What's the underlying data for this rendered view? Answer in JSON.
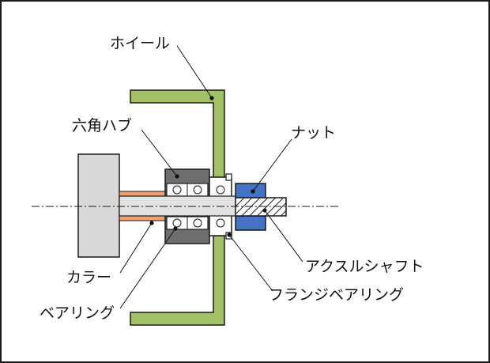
{
  "labels": {
    "wheel": "ホイール",
    "hex_hub": "六角ハブ",
    "nut": "ナット",
    "axle_shaft": "アクスルシャフト",
    "collar": "カラー",
    "flange_bearing": "フランジベアリング",
    "bearing": "ベアリング"
  },
  "colors": {
    "wheel": "#a3c266",
    "hub_block": "#d8d8d8",
    "hex_hub": "#6e6e6e",
    "collar": "#f0a070",
    "nut": "#4472c4",
    "shaft": "#e2e2e2",
    "thread": "#909090",
    "outline": "#1a1a1a",
    "leader_dot": "#111111"
  }
}
